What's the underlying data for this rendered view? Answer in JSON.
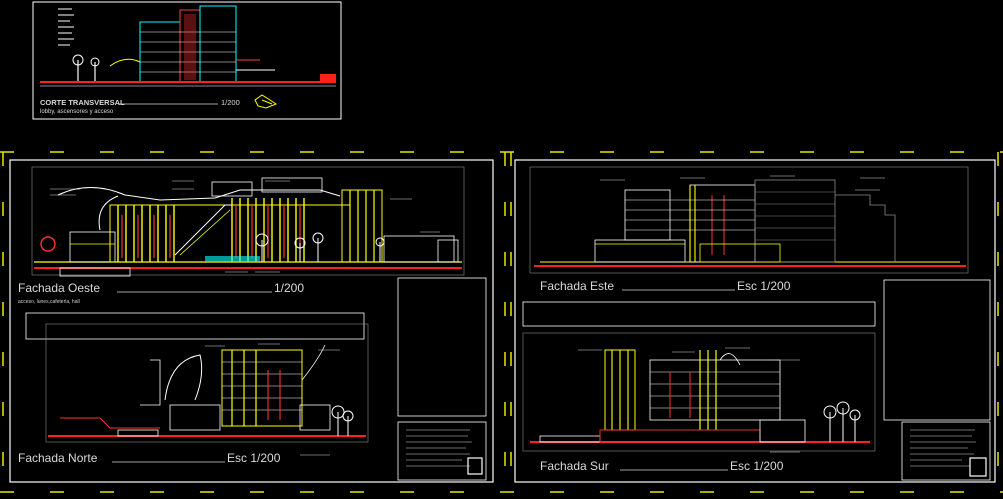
{
  "top_section": {
    "title": "CORTE TRANSVERSAL",
    "scale": "1/200",
    "subtitle": "lobby, ascensores y acceso"
  },
  "sheet_left": {
    "west": {
      "title": "Fachada Oeste",
      "scale": "1/200",
      "subtitle": "acceso, lunes,cafeteria, hall"
    },
    "north": {
      "title": "Fachada Norte",
      "scale": "Esc 1/200"
    }
  },
  "sheet_right": {
    "east": {
      "title": "Fachada Este",
      "scale": "Esc 1/200"
    },
    "south": {
      "title": "Fachada Sur",
      "scale": "Esc 1/200"
    }
  },
  "colors": {
    "background": "#000000",
    "sheet_border": "#e8e800",
    "frame": "#ffffff",
    "yellow": "#ffff00",
    "cyan": "#00ffff",
    "red": "#ff0000",
    "gray": "#8a8a8a",
    "white": "#ffffff"
  }
}
